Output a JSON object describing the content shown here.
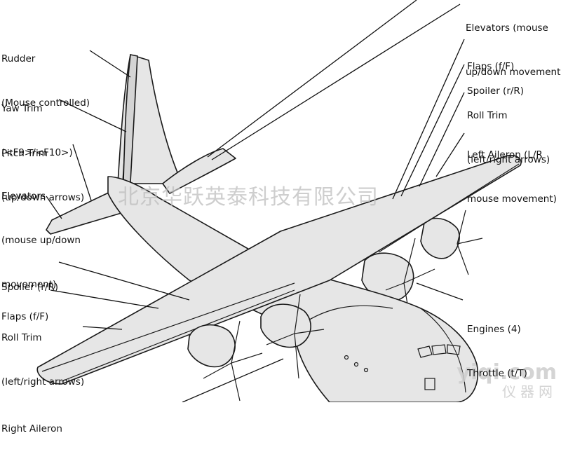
{
  "labels": {
    "elevators_top_line1": "Elevators (mouse",
    "elevators_top_line2": "up/down movement)",
    "rudder_line1": "Rudder",
    "rudder_line2": "(Mouse controlled)",
    "yaw_trim_line1": "Yaw Trim",
    "yaw_trim_line2": "(<F9>/<F10>)",
    "pitch_trim_line1": "Pitch Trim",
    "pitch_trim_line2": "(up/down arrows)",
    "elevators_left_line1": "Elevators",
    "elevators_left_line2": "(mouse up/down",
    "elevators_left_line3": "movement)",
    "flaps_right": "Flaps (f/F)",
    "spoiler_right": "Spoiler (r/R)",
    "roll_trim_right_line1": "Roll Trim",
    "roll_trim_right_line2": "(left/right arrows)",
    "left_aileron_line1": "Left Aileron (L/R",
    "left_aileron_line2": "mouse movement)",
    "spoiler_left": "Spoiler (r/R)",
    "flaps_left": "Flaps (f/F)",
    "roll_trim_left_line1": "Roll Trim",
    "roll_trim_left_line2": "(left/right arrows)",
    "engines_line1": "Engines (4)",
    "engines_line2": "Throttle (t/T)",
    "right_aileron": "Right Aileron"
  },
  "watermark": {
    "text": "北京华跃英泰科技有限公司",
    "site_line1": "yiqi.com",
    "site_line2": "仪器网"
  },
  "colors": {
    "aircraft_fill": "#e6e6e6",
    "outline": "#1a1a1a",
    "text": "#111111",
    "watermark": "#bebebe"
  }
}
